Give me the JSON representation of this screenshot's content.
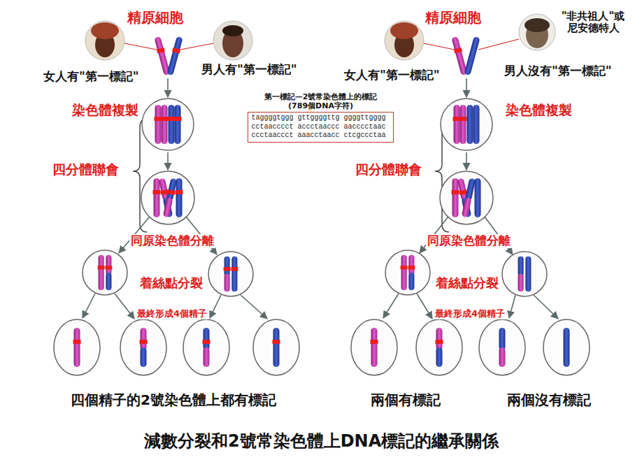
{
  "diagram": {
    "title": "減數分裂和2號常染色體上DNA標記的繼承關係",
    "nodes": [
      {
        "text": [
          "第一標記—2號常染色體上的標記 (789個DNA字符)",
          "taggggtggg gttggggttg ggggttgggg cctaacccct accctaaccc aacccctaac ccctaaccct aaacctaacc ctcgccctaa"
        ]
      }
    ],
    "labels": [
      "精原細胞",
      "女人有\"第一標記\"",
      "男人有\"第一標記\"",
      "染色體複製",
      "四分體聯會",
      "同原染色體分離",
      "着絲點分裂",
      "最終形成4個精子",
      "四個精子的2號染色體上都有標記",
      "精原細胞",
      "女人有\"第一標記\"",
      "\"非共祖人\"或 尼安德特人",
      "男人沒有\"第一標記\"",
      "染色體複製",
      "四分體聯會",
      "同原染色體分離",
      "着絲點分裂",
      "最終形成4個精子",
      "兩個有標記",
      "兩個沒有標記"
    ]
  }
}
